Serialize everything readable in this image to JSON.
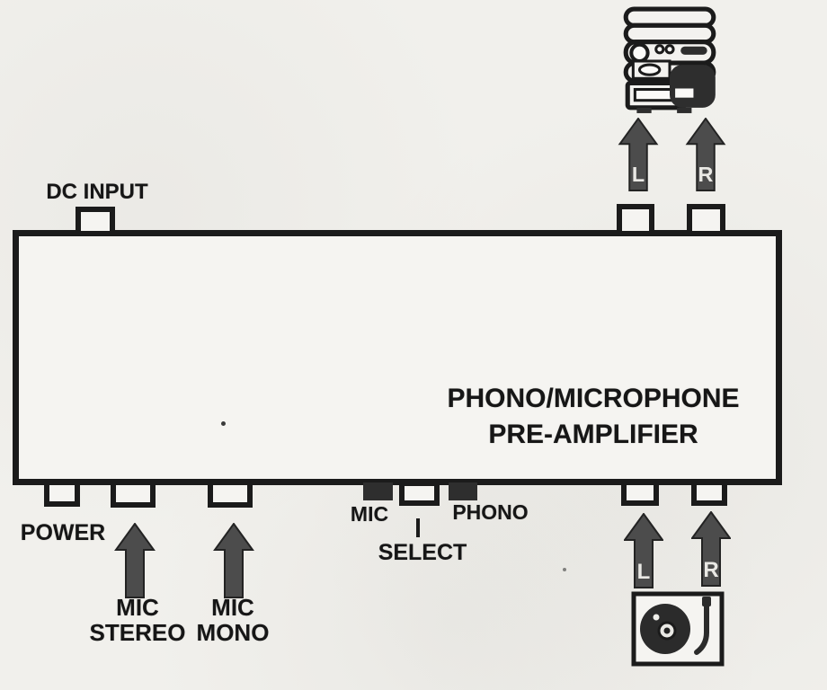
{
  "panel": {
    "title_line1": "PHONO/MICROPHONE",
    "title_line2": "PRE-AMPLIFIER"
  },
  "top_section": {
    "dc_input_label": "DC INPUT",
    "left_channel": "L",
    "right_channel": "R",
    "stereo_system_icon": "stereo-system-icon"
  },
  "bottom_section": {
    "power_label": "POWER",
    "mic_stereo": {
      "line1": "MIC",
      "line2": "STEREO"
    },
    "mic_mono": {
      "line1": "MIC",
      "line2": "MONO"
    },
    "select_switch": {
      "mic_label": "MIC",
      "phono_label": "PHONO",
      "select_label": "SELECT"
    },
    "left_channel": "L",
    "right_channel": "R",
    "turntable_icon": "turntable-icon"
  },
  "colors": {
    "ink": "#1b1b1b",
    "arrow_fill": "#4c4c4c",
    "paper": "#f1f0ec",
    "panel_fill": "#f5f4f1",
    "dark_fill": "#2e2e2e"
  }
}
